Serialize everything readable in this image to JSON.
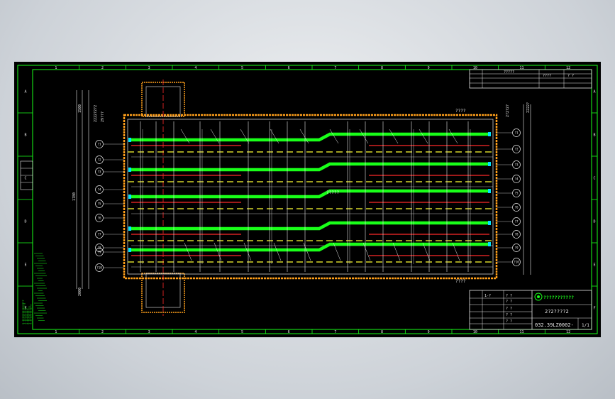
{
  "colors": {
    "background": "#000000",
    "frame": "#19ff19",
    "pipe": "#19ff19",
    "centerline": "#ffff33",
    "heater": "#ff2a2a",
    "wall": "#ff9f1a",
    "cyan": "#00e5ff",
    "text": "#e8e8e8",
    "canvas": "#cdd2d8"
  },
  "border": {
    "columns": [
      "1",
      "2",
      "3",
      "4",
      "5",
      "6",
      "7",
      "8",
      "9",
      "10",
      "11",
      "12"
    ],
    "rows": [
      "A",
      "B",
      "C",
      "D",
      "E",
      "F"
    ]
  },
  "top_block": {
    "title": "?????",
    "ref": "????",
    "sub": "? ?"
  },
  "drawing": {
    "top_dims": [
      "2222?2?2",
      "29???"
    ],
    "right_dims": [
      "2?2?2?",
      "2222?"
    ],
    "left_total": "1780",
    "mid_label": "????",
    "bottom_label": "????",
    "inner_label": "?????",
    "pipes_left": [
      "?1",
      "?2",
      "?3",
      "?4",
      "?5",
      "?6",
      "?7",
      "?8",
      "?9",
      "?10"
    ],
    "pipes_right": [
      "?1",
      "?2",
      "?3",
      "?4",
      "?5",
      "?6",
      "?7",
      "?8",
      "?9",
      "?10"
    ],
    "dim_top": "1500",
    "dim_bottom": "2000"
  },
  "title_block": {
    "org": "???????????",
    "name": "2?2????2",
    "drawing_no": "032.39LZ0002-",
    "sheet": "1/1",
    "rev": "1-?",
    "rows": [
      "? ?",
      "? ?",
      "? ?",
      "? ?",
      "? ?"
    ]
  },
  "notes": {
    "lines": [
      "?.??????????????",
      "?.????????????",
      "?.?????????",
      "?.????????",
      "?.??????????",
      "?.???????????"
    ]
  }
}
